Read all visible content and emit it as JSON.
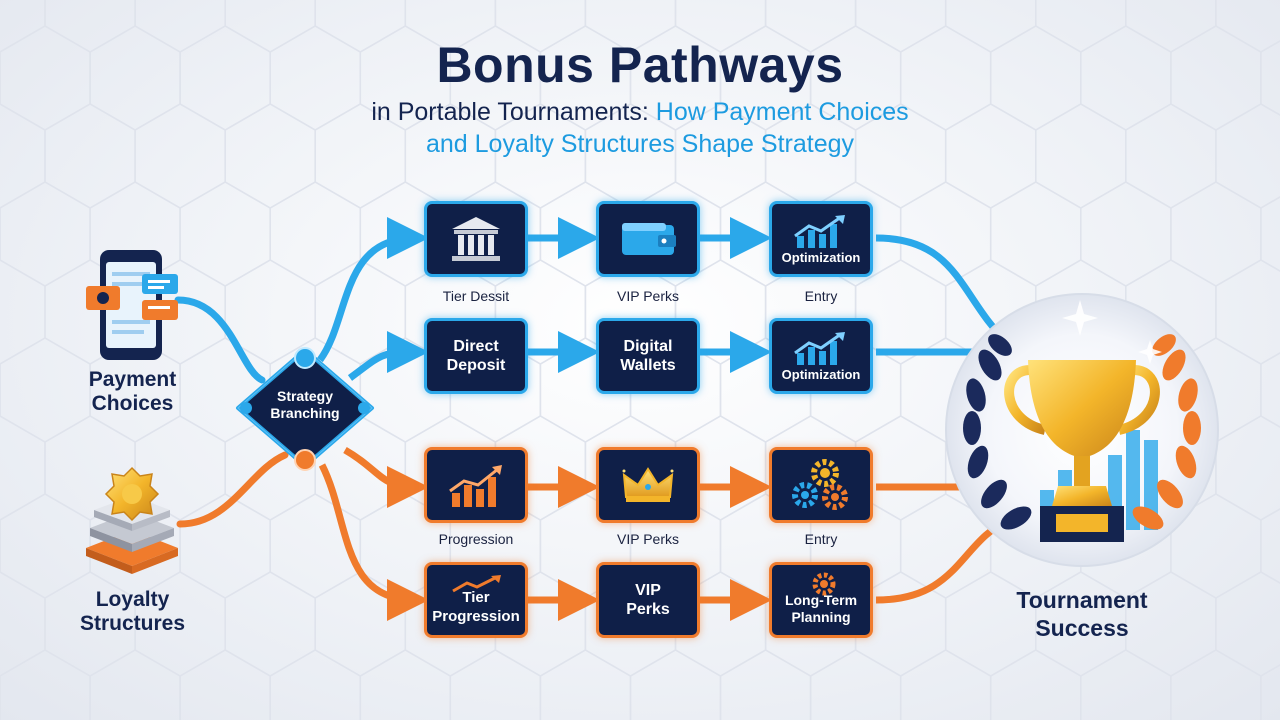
{
  "title": {
    "main": "Bonus Pathways",
    "line2_dark": "in Portable Tournaments:",
    "line2_blue": "How Payment Choices",
    "line3": "and Loyalty Structures Shape Strategy"
  },
  "sources": {
    "payment": [
      "Payment",
      "Choices"
    ],
    "loyalty": [
      "Loyalty",
      "Structures"
    ]
  },
  "hub": {
    "label": [
      "Strategy",
      "Branching"
    ]
  },
  "rows": [
    {
      "color": "blue",
      "nodes": [
        {
          "icon": "bank-icon",
          "caption": "Tier Dessit"
        },
        {
          "icon": "wallet-icon",
          "caption": "VIP Perks"
        },
        {
          "icon": "growth-chart-icon",
          "inner": "Optimization",
          "caption": "Entry"
        }
      ]
    },
    {
      "color": "blue",
      "nodes": [
        {
          "text": [
            "Direct",
            "Deposit"
          ]
        },
        {
          "text": [
            "Digital",
            "Wallets"
          ]
        },
        {
          "icon": "growth-chart-icon",
          "inner": "Optimization"
        }
      ]
    },
    {
      "color": "orange",
      "nodes": [
        {
          "icon": "bar-chart-arrow-icon",
          "caption": "Progression"
        },
        {
          "icon": "crown-icon",
          "caption": "VIP Perks"
        },
        {
          "icon": "gears-icon",
          "caption": "Entry"
        }
      ]
    },
    {
      "color": "orange",
      "nodes": [
        {
          "icon": "trend-arrow-icon",
          "text": [
            "Tier",
            "Progression"
          ]
        },
        {
          "text": [
            "VIP",
            "Perks"
          ]
        },
        {
          "icon": "gear-icon",
          "text": [
            "Long-Term",
            "Planning"
          ]
        }
      ]
    }
  ],
  "goal": {
    "label": [
      "Tournament",
      "Success"
    ],
    "icon": "trophy-icon"
  },
  "colors": {
    "navy": "#0f1f48",
    "blue": "#2ba8ea",
    "orange": "#f07b2c",
    "title": "#14244f",
    "accent": "#1d9be0",
    "gold": "#f3b52a"
  }
}
